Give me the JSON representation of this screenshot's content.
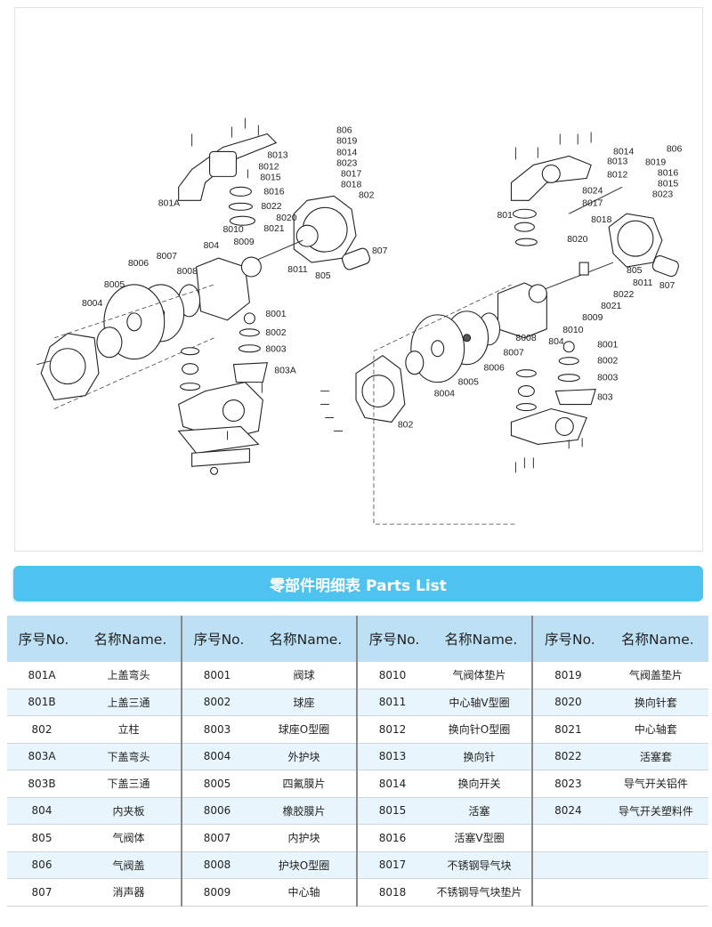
{
  "diagram": {
    "left_labels": [
      "806",
      "8019",
      "8013",
      "8014",
      "8012",
      "8023",
      "8015",
      "8017",
      "8018",
      "8016",
      "802",
      "801A",
      "8022",
      "8020",
      "8021",
      "8010",
      "8009",
      "804",
      "8007",
      "8006",
      "8008",
      "8011",
      "805",
      "807",
      "8005",
      "8004",
      "8001",
      "8002",
      "8003",
      "803A"
    ],
    "right_labels": [
      "806",
      "8014",
      "8013",
      "8019",
      "8012",
      "8016",
      "8015",
      "8024",
      "8023",
      "8017",
      "8018",
      "801",
      "8020",
      "805",
      "8011",
      "807",
      "8022",
      "8021",
      "8009",
      "8010",
      "804",
      "8008",
      "8001",
      "8007",
      "8002",
      "8006",
      "8005",
      "8003",
      "8004",
      "803",
      "802"
    ]
  },
  "title": "零部件明细表 Parts List",
  "table": {
    "header_no": "序号No.",
    "header_name": "名称Name.",
    "groups": [
      [
        [
          "801A",
          "上盖弯头"
        ],
        [
          "801B",
          "上盖三通"
        ],
        [
          "802",
          "立柱"
        ],
        [
          "803A",
          "下盖弯头"
        ],
        [
          "803B",
          "下盖三通"
        ],
        [
          "804",
          "内夹板"
        ],
        [
          "805",
          "气阀体"
        ],
        [
          "806",
          "气阀盖"
        ],
        [
          "807",
          "消声器"
        ]
      ],
      [
        [
          "8001",
          "阀球"
        ],
        [
          "8002",
          "球座"
        ],
        [
          "8003",
          "球座O型圈"
        ],
        [
          "8004",
          "外护块"
        ],
        [
          "8005",
          "四氟膜片"
        ],
        [
          "8006",
          "橡胶膜片"
        ],
        [
          "8007",
          "内护块"
        ],
        [
          "8008",
          "护块O型圈"
        ],
        [
          "8009",
          "中心轴"
        ]
      ],
      [
        [
          "8010",
          "气阀体垫片"
        ],
        [
          "8011",
          "中心轴V型圈"
        ],
        [
          "8012",
          "换向针O型圈"
        ],
        [
          "8013",
          "换向针"
        ],
        [
          "8014",
          "换向开关"
        ],
        [
          "8015",
          "活塞"
        ],
        [
          "8016",
          "活塞V型圈"
        ],
        [
          "8017",
          "不锈钢导气块"
        ],
        [
          "8018",
          "不锈钢导气块垫片"
        ]
      ],
      [
        [
          "8019",
          "气阀盖垫片"
        ],
        [
          "8020",
          "换向针套"
        ],
        [
          "8021",
          "中心轴套"
        ],
        [
          "8022",
          "活塞套"
        ],
        [
          "8023",
          "导气开关铝件"
        ],
        [
          "8024",
          "导气开关塑料件"
        ],
        [
          "",
          ""
        ],
        [
          "",
          ""
        ],
        [
          "",
          ""
        ]
      ]
    ]
  },
  "colors": {
    "title_bar": "#4fc3f0",
    "header_bg": "#bde0f5",
    "alt_row": "#e8f5fc"
  }
}
